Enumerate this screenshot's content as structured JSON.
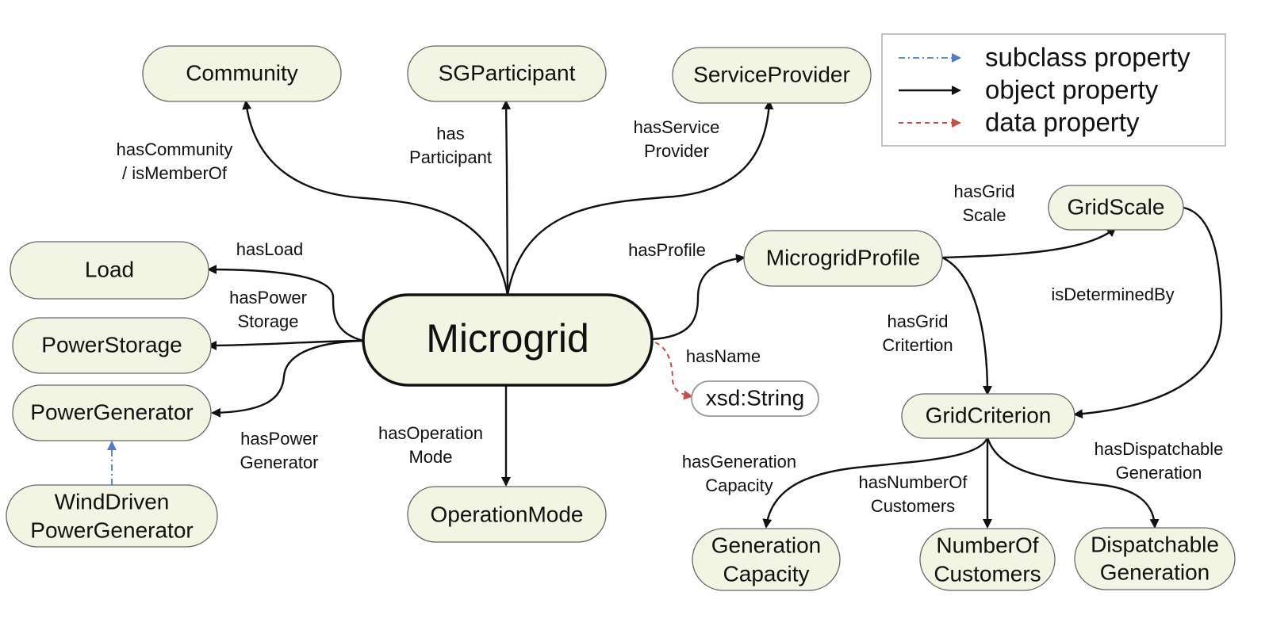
{
  "legend": {
    "subclass_label": "subclass property",
    "object_label": "object property",
    "data_label": "data property",
    "colors": {
      "subclass": "#4f7cc4",
      "object": "#111111",
      "data": "#c0504d"
    }
  },
  "nodes": {
    "microgrid": "Microgrid",
    "community": "Community",
    "sgparticipant": "SGParticipant",
    "serviceprovider": "ServiceProvider",
    "load": "Load",
    "powerstorage": "PowerStorage",
    "powergenerator": "PowerGenerator",
    "winddriven_line1": "WindDriven",
    "winddriven_line2": "PowerGenerator",
    "operationmode": "OperationMode",
    "microgridprofile": "MicrogridProfile",
    "gridscale": "GridScale",
    "gridcriterion": "GridCriterion",
    "xsdstring": "xsd:String",
    "generationcapacity_line1": "Generation",
    "generationcapacity_line2": "Capacity",
    "numberofcustomers_line1": "NumberOf",
    "numberofcustomers_line2": "Customers",
    "dispatchablegeneration_line1": "Dispatchable",
    "dispatchablegeneration_line2": "Generation"
  },
  "edges": {
    "hascommunity_line1": "hasCommunity",
    "hascommunity_line2": "/ isMemberOf",
    "hasparticipant_line1": "has",
    "hasparticipant_line2": "Participant",
    "hasserviceprovider_line1": "hasService",
    "hasserviceprovider_line2": "Provider",
    "hasload": "hasLoad",
    "haspowerstorage_line1": "hasPower",
    "haspowerstorage_line2": "Storage",
    "haspowergenerator_line1": "hasPower",
    "haspowergenerator_line2": "Generator",
    "hasoperationmode_line1": "hasOperation",
    "hasoperationmode_line2": "Mode",
    "hasprofile": "hasProfile",
    "hasname": "hasName",
    "hasgridscale_line1": "hasGrid",
    "hasgridscale_line2": "Scale",
    "isdeterminedby": "isDeterminedBy",
    "hasgridcritertion_line1": "hasGrid",
    "hasgridcritertion_line2": "Critertion",
    "hasgenerationcapacity_line1": "hasGeneration",
    "hasgenerationcapacity_line2": "Capacity",
    "hasnumberofcustomers_line1": "hasNumberOf",
    "hasnumberofcustomers_line2": "Customers",
    "hasdispatchablegeneration_line1": "hasDispatchable",
    "hasdispatchablegeneration_line2": "Generation"
  }
}
